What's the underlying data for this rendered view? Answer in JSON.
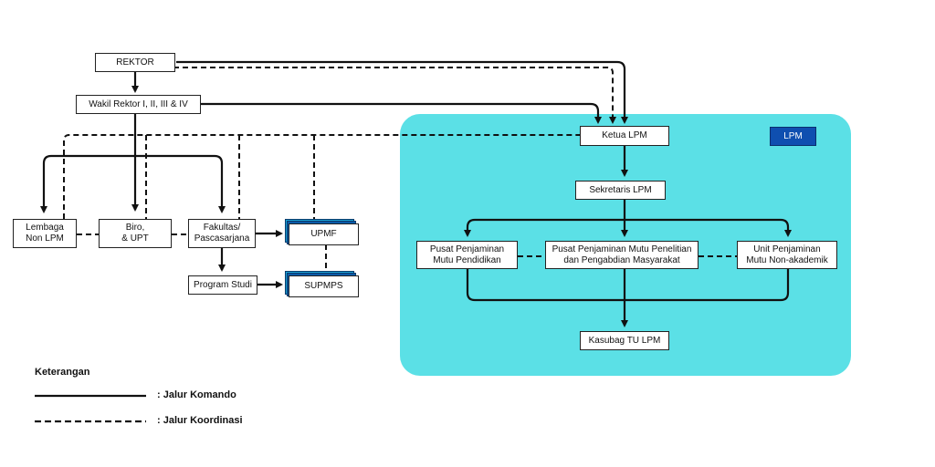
{
  "nodes": {
    "rektor": "REKTOR",
    "wakil_rektor": "Wakil Rektor I, II, III & IV",
    "lembaga_non_lpm": "Lembaga\nNon LPM",
    "biro_upt": "Biro,\n& UPT",
    "fakultas": "Fakultas/\nPascasarjana",
    "upmf": "UPMF",
    "program_studi": "Program Studi",
    "supmps": "SUPMPS",
    "ketua_lpm": "Ketua LPM",
    "sekretaris_lpm": "Sekretaris LPM",
    "pusat_pendidikan": "Pusat Penjaminan\nMutu Pendidikan",
    "pusat_penelitian": "Pusat Penjaminan Mutu Penelitian\ndan Pengabdian Masyarakat",
    "unit_non_akademik": "Unit Penjaminan\nMutu Non-akademik",
    "kasubag_tu": "Kasubag TU LPM"
  },
  "lpm_badge": "LPM",
  "legend": {
    "title": "Keterangan",
    "komando": ": Jalur  Komando",
    "koordinasi": ": Jalur  Koordinasi"
  },
  "colors": {
    "lpm_area": "#5be0e6",
    "badge": "#0f4fb0"
  }
}
